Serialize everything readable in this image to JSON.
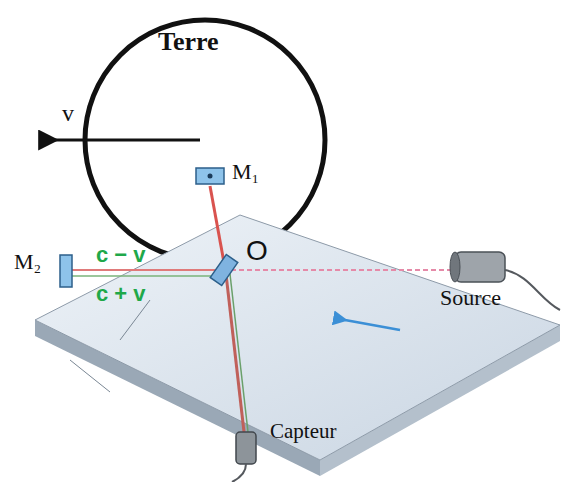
{
  "diagram": {
    "labels": [
      "Terre",
      "v",
      "M₁",
      "O",
      "M₂",
      "c − v",
      "c + v",
      "Source",
      "Capteur"
    ]
  }
}
